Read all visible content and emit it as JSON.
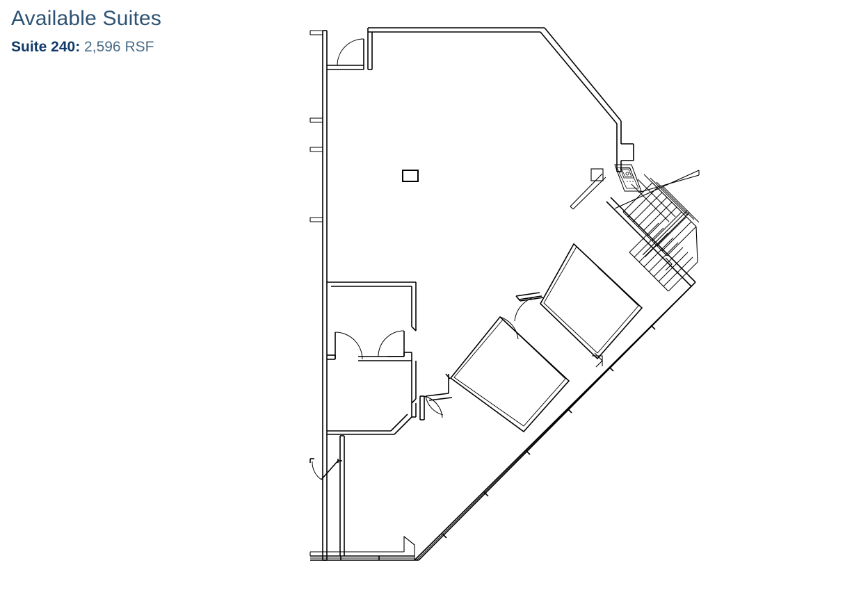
{
  "legend": {
    "title": "Available Suites",
    "suites": [
      {
        "label": "Suite 240:",
        "area": " 2,596 RSF"
      }
    ],
    "title_color": "#2d5273",
    "suite_label_color": "#123a68",
    "suite_area_color": "#4a6b85"
  },
  "floorplan": {
    "name": "suite-240-floor-plan",
    "background_color": "#ffffff",
    "line_color": "#000000",
    "features": {
      "entry_door": "entry-door-top-left",
      "column_open_area": "structural-column",
      "column_near_kitchen": "structural-column",
      "kitchenette": "kitchenette-sink-counter",
      "stairwell": "diagonal-stairwell",
      "offices": [
        "angled-office-upper-right",
        "angled-office-lower-left",
        "rectangular-office-left-upper",
        "chamfered-office-left-lower"
      ],
      "exterior_walls": [
        "north-wall",
        "west-wall",
        "northeast-diagonal-wall",
        "southeast-diagonal-curtain-wall",
        "south-wall"
      ]
    }
  }
}
